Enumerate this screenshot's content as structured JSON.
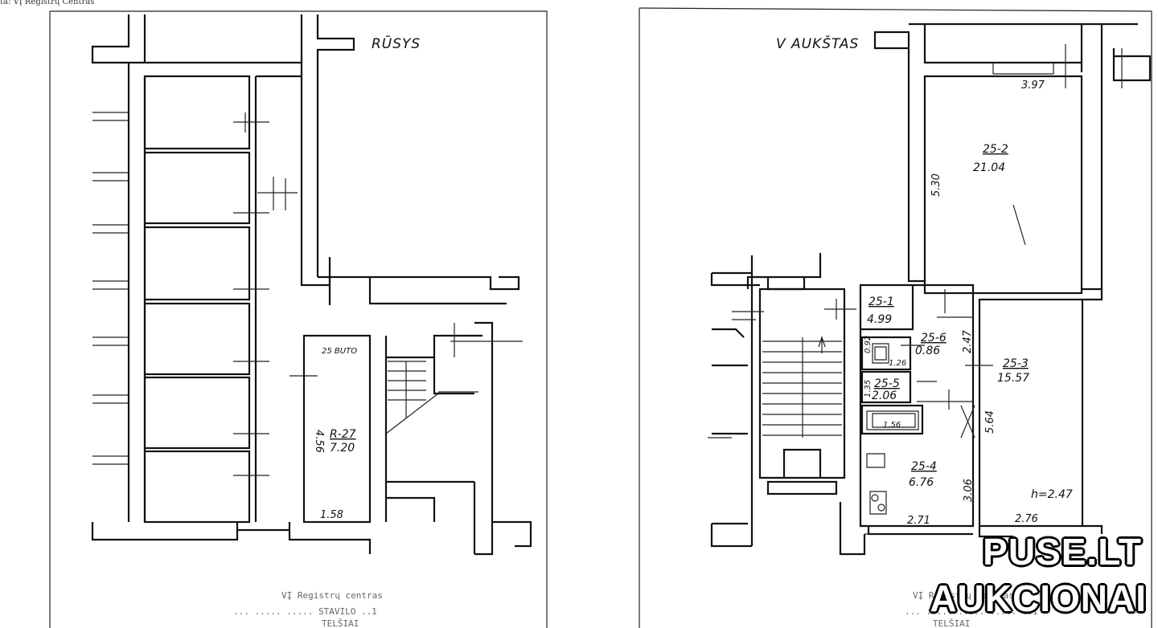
{
  "header": {
    "caption": "ta: VĮ Registrų Centras"
  },
  "basement_plan": {
    "title": "RŪSYS",
    "storage_label": "25 BUTO",
    "room_id": "R-27",
    "room_area": "7.20",
    "dim_length": "4.56",
    "dim_width": "1.58",
    "stamp_lines": [
      "VĮ Registrų centras",
      "... ..... ..... STAVILO ..1",
      "TELŠIAI"
    ]
  },
  "floor_plan": {
    "title": "V AUKŠTAS",
    "rooms": [
      {
        "id": "25-1",
        "area": "4.99"
      },
      {
        "id": "25-2",
        "area": "21.04"
      },
      {
        "id": "25-3",
        "area": "15.57"
      },
      {
        "id": "25-4",
        "area": "6.76"
      },
      {
        "id": "25-5",
        "area": "2.06"
      },
      {
        "id": "25-6",
        "area": "0.86"
      }
    ],
    "dimensions": {
      "top_width": "3.97",
      "room2_height": "5.30",
      "corridor": "2.47",
      "room3_height": "5.64",
      "kitchen_height": "3.06",
      "kitchen_width": "2.71",
      "room3_width": "2.76",
      "wc_width": "1.26",
      "bath_len": "1.56",
      "wc_small": "0.92",
      "bath_small": "1.35"
    },
    "ceiling_height": "h=2.47",
    "stamp_lines": [
      "VĮ Registrų centras",
      "... ..... ..... ..... ..1",
      "TELŠIAI"
    ]
  },
  "watermark": {
    "line1": "PUSE.LT",
    "line2": "AUKCIONAI"
  }
}
